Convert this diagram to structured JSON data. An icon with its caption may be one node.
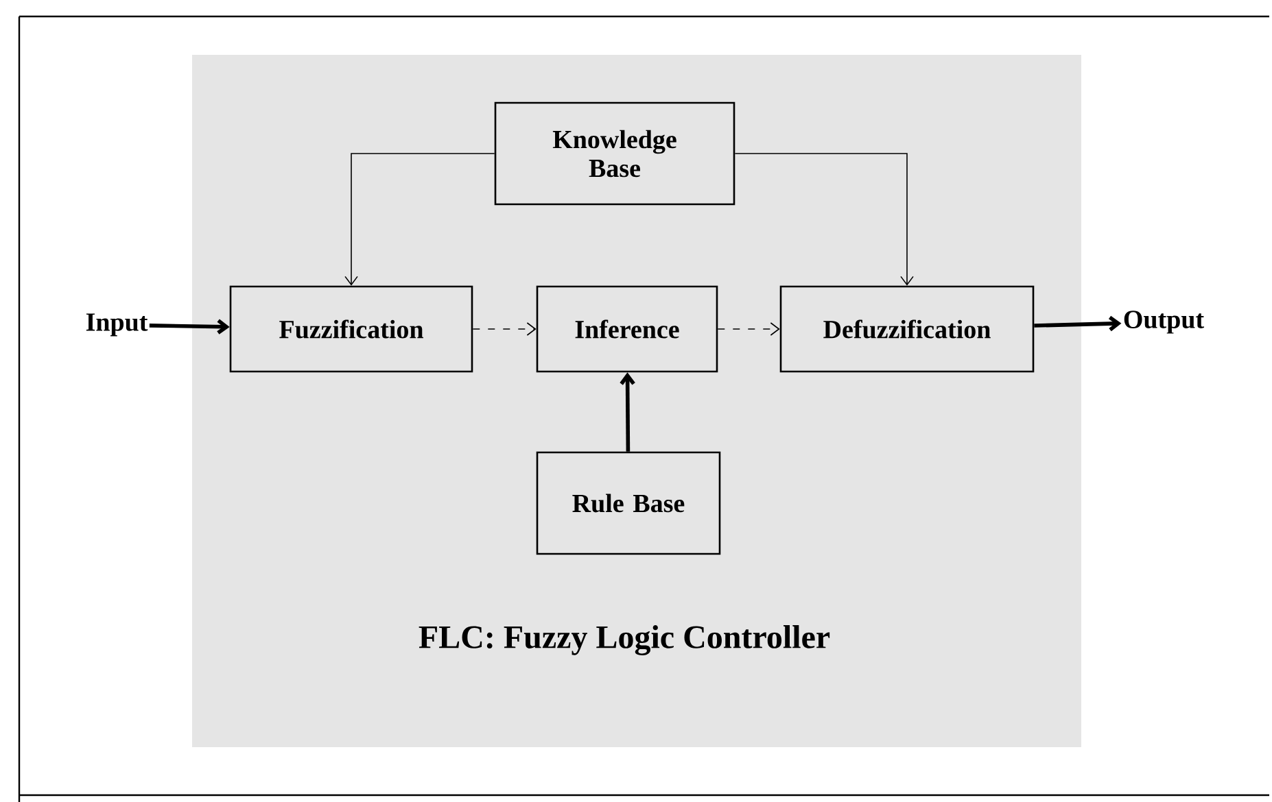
{
  "diagram": {
    "caption": "FLC: Fuzzy Logic Controller",
    "nodes": [
      {
        "text": [
          "Knowledge Base"
        ]
      },
      {
        "text": [
          "Input"
        ]
      },
      {
        "text": [
          "Fuzzification"
        ]
      },
      {
        "text": [
          "Inference"
        ]
      },
      {
        "text": [
          "Defuzzification"
        ]
      },
      {
        "text": [
          "Output"
        ]
      },
      {
        "text": [
          "Rule Base"
        ]
      }
    ],
    "edges": [
      {
        "from": 0,
        "to": 2,
        "arrow": "to"
      },
      {
        "from": 0,
        "to": 4,
        "arrow": "to"
      },
      {
        "from": 1,
        "to": 2,
        "arrow": "to",
        "style": "thick"
      },
      {
        "from": 2,
        "to": 3,
        "arrow": "to",
        "style": "dashed"
      },
      {
        "from": 3,
        "to": 4,
        "arrow": "to",
        "style": "dashed"
      },
      {
        "from": 4,
        "to": 5,
        "arrow": "to",
        "style": "thick"
      },
      {
        "from": 6,
        "to": 3,
        "arrow": "to",
        "style": "thick"
      }
    ]
  }
}
